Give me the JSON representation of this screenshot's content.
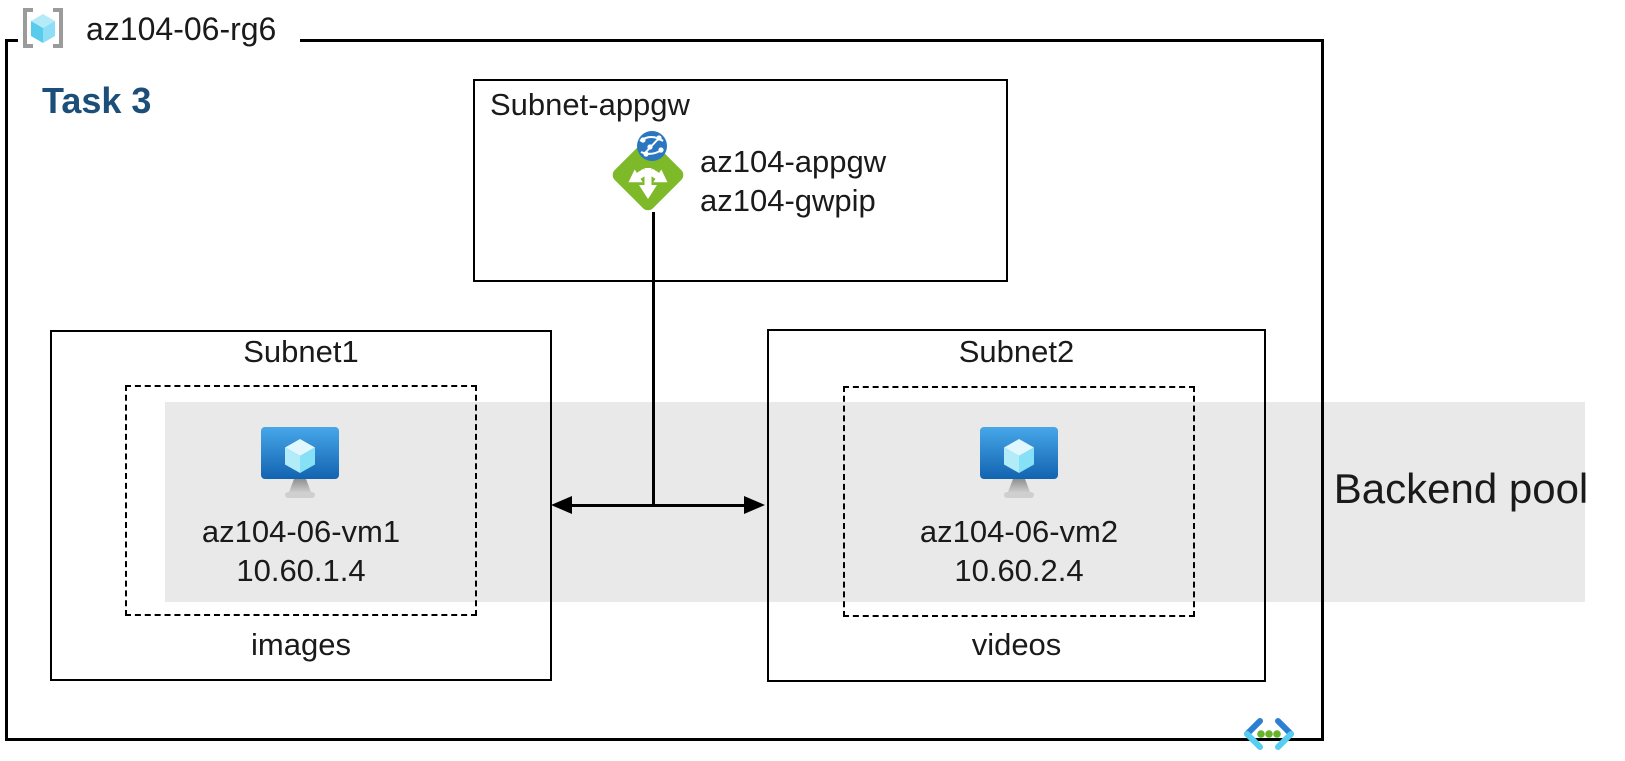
{
  "diagram": {
    "resource_group_label": "az104-06-rg6",
    "task_label": "Task 3",
    "appgw_subnet": {
      "title": "Subnet-appgw",
      "gateway_name": "az104-appgw",
      "public_ip_name": "az104-gwpip"
    },
    "subnets": [
      {
        "title": "Subnet1",
        "vm_name": "az104-06-vm1",
        "vm_ip": "10.60.1.4",
        "folder_label": "images"
      },
      {
        "title": "Subnet2",
        "vm_name": "az104-06-vm2",
        "vm_ip": "10.60.2.4",
        "folder_label": "videos"
      }
    ],
    "backend_pool_label": "Backend pool",
    "icons": [
      {
        "name": "resource-group-icon",
        "meaning": "Azure resource group (bracketed cyan cube)"
      },
      {
        "name": "application-gateway-icon",
        "meaning": "Azure application gateway (green diamond, white arrows, blue globe)"
      },
      {
        "name": "virtual-machine-icon",
        "meaning": "Azure virtual machine (blue monitor with cyan cube)"
      },
      {
        "name": "virtual-network-icon",
        "meaning": "Azure virtual network (blue chevrons with green dots)"
      }
    ],
    "colors": {
      "task_label": "#1b4e79",
      "backend_pool_band": "#e9e9e9",
      "line_color": "#000000",
      "appgw_green": "#7db928",
      "appgw_globe_blue": "#2b77bf",
      "vm_monitor_top": "#47a7e9",
      "vm_monitor_bottom": "#1363b0",
      "vnet_dark_blue": "#2e7fd4",
      "vnet_light_cyan": "#56cdf1",
      "vnet_dot_green": "#67b32c",
      "rg_bracket_gray": "#9b9b9b",
      "rg_cube_cyan": "#59cbed"
    }
  }
}
